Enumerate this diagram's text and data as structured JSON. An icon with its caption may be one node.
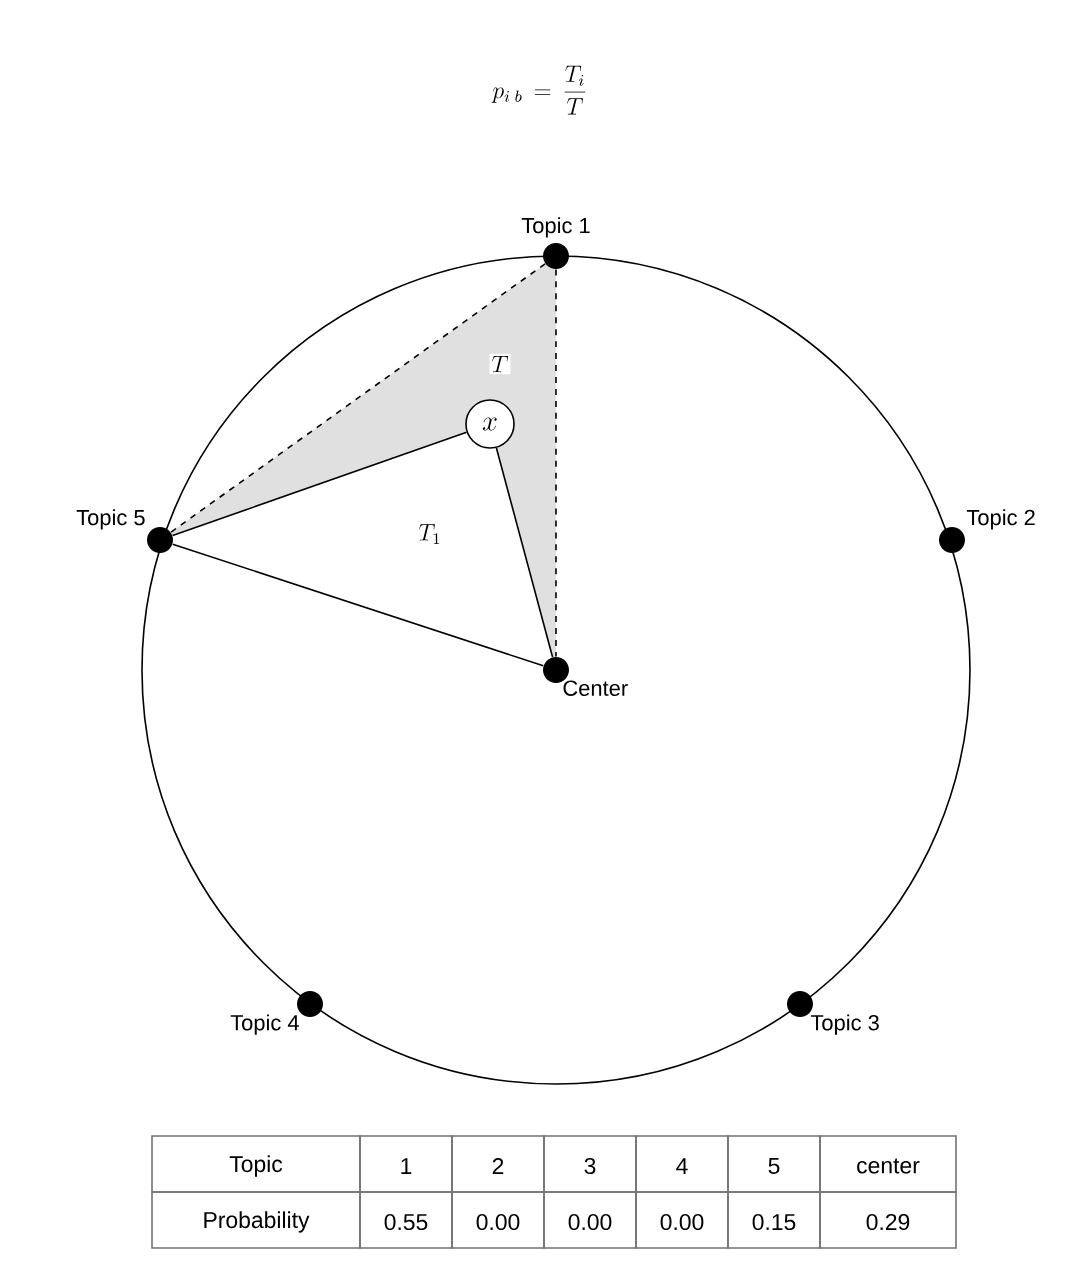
{
  "diagram": {
    "title": "p_{i\\;b} \\,=\\, \\frac{T_i}{T}",
    "nodes": [
      {
        "text": [],
        "shape": "circle",
        "beside": [
          "Topic 1"
        ]
      },
      {
        "text": [],
        "shape": "circle",
        "beside": [
          "Topic 2"
        ]
      },
      {
        "text": [],
        "shape": "circle",
        "beside": [
          "Topic 3"
        ]
      },
      {
        "text": [],
        "shape": "circle",
        "beside": [
          "Topic 4"
        ]
      },
      {
        "text": [],
        "shape": "circle",
        "beside": [
          "Topic 5"
        ]
      },
      {
        "text": [],
        "shape": "circle",
        "beside": [
          "Center"
        ]
      },
      {
        "text": [
          "x"
        ]
      }
    ],
    "edges": [
      {
        "from": 0,
        "to": 4,
        "arrow": "none",
        "style": "dashed"
      },
      {
        "from": 0,
        "to": 5,
        "arrow": "none",
        "style": "dashed"
      },
      {
        "from": 4,
        "to": 6,
        "arrow": "none"
      },
      {
        "from": 6,
        "to": 5,
        "arrow": "none"
      },
      {
        "from": 4,
        "to": 5,
        "arrow": "none"
      }
    ],
    "labels": [
      "T",
      "T_1",
      "Topic",
      "1",
      "2",
      "3",
      "4",
      "5",
      "center",
      "Probability",
      "0.55",
      "0.00",
      "0.00",
      "0.00",
      "0.15",
      "0.29"
    ]
  }
}
